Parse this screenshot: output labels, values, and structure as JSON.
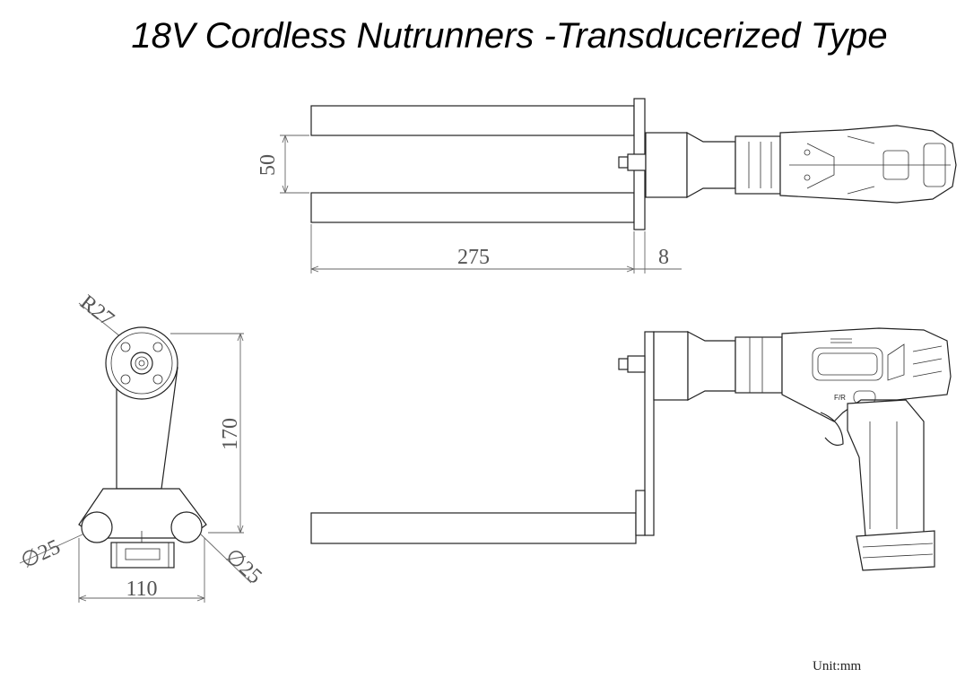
{
  "title": "18V  Cordless Nutrunners -Transducerized Type",
  "unit_label": "Unit:mm",
  "dimensions": {
    "top_spacing": "50",
    "top_length": "275",
    "top_plate": "8",
    "side_radius": "R27",
    "side_height": "170",
    "side_width": "110",
    "diameter_left": "∅25",
    "diameter_right": "∅25"
  },
  "tool_labels": {
    "fr_label": "F/R"
  }
}
